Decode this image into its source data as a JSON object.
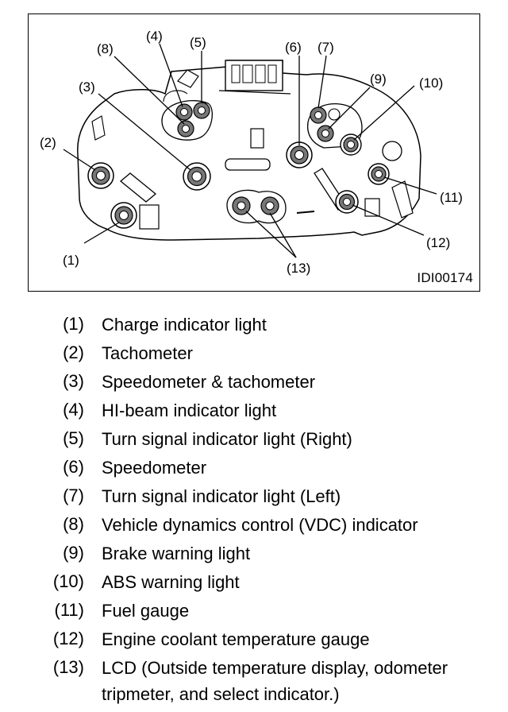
{
  "figure": {
    "figure_id": "IDI00174",
    "callouts": [
      {
        "id": "1",
        "label": "(1)"
      },
      {
        "id": "2",
        "label": "(2)"
      },
      {
        "id": "3",
        "label": "(3)"
      },
      {
        "id": "4",
        "label": "(4)"
      },
      {
        "id": "5",
        "label": "(5)"
      },
      {
        "id": "6",
        "label": "(6)"
      },
      {
        "id": "7",
        "label": "(7)"
      },
      {
        "id": "8",
        "label": "(8)"
      },
      {
        "id": "9",
        "label": "(9)"
      },
      {
        "id": "10",
        "label": "(10)"
      },
      {
        "id": "11",
        "label": "(11)"
      },
      {
        "id": "12",
        "label": "(12)"
      },
      {
        "id": "13",
        "label": "(13)"
      }
    ]
  },
  "legend": [
    {
      "num": "(1)",
      "text": "Charge indicator light"
    },
    {
      "num": "(2)",
      "text": "Tachometer"
    },
    {
      "num": "(3)",
      "text": "Speedometer & tachometer"
    },
    {
      "num": "(4)",
      "text": "HI-beam indicator light"
    },
    {
      "num": "(5)",
      "text": "Turn signal indicator light (Right)"
    },
    {
      "num": "(6)",
      "text": "Speedometer"
    },
    {
      "num": "(7)",
      "text": "Turn signal indicator light (Left)"
    },
    {
      "num": "(8)",
      "text": "Vehicle dynamics control (VDC) indicator"
    },
    {
      "num": "(9)",
      "text": "Brake warning light"
    },
    {
      "num": "(10)",
      "text": "ABS warning light"
    },
    {
      "num": "(11)",
      "text": "Fuel gauge"
    },
    {
      "num": "(12)",
      "text": "Engine coolant temperature gauge"
    },
    {
      "num": "(13)",
      "text": "LCD (Outside temperature display, odometer tripmeter, and select indicator.)"
    }
  ]
}
